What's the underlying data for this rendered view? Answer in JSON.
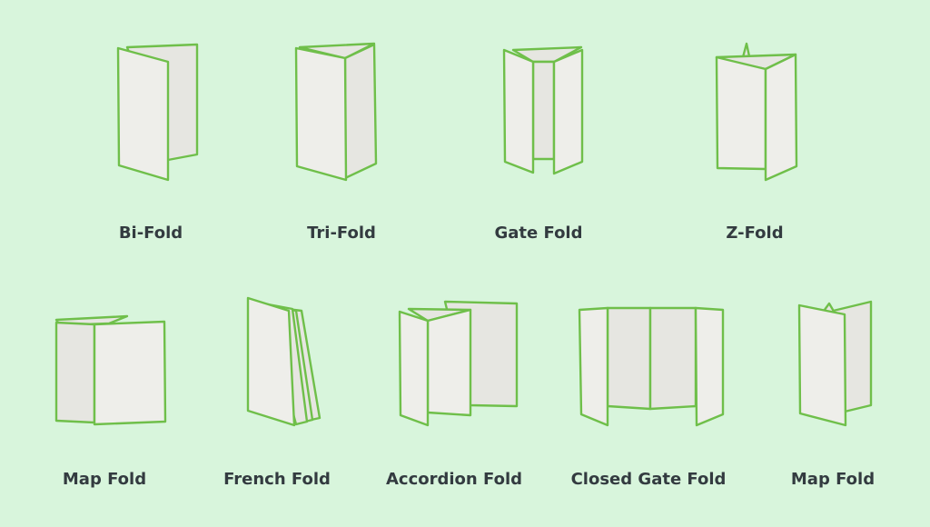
{
  "labels": {
    "bi_fold": "Bi-Fold",
    "tri_fold": "Tri-Fold",
    "gate_fold": "Gate Fold",
    "z_fold": "Z-Fold",
    "map_fold_1": "Map Fold",
    "french_fold": "French Fold",
    "accordion_fold": "Accordion Fold",
    "closed_gate_fold": "Closed Gate Fold",
    "map_fold_2": "Map Fold"
  },
  "colors": {
    "background": "#d8f5dc",
    "outline": "#6fbf4a",
    "paper": "#eeeeea",
    "text": "#333b40"
  }
}
